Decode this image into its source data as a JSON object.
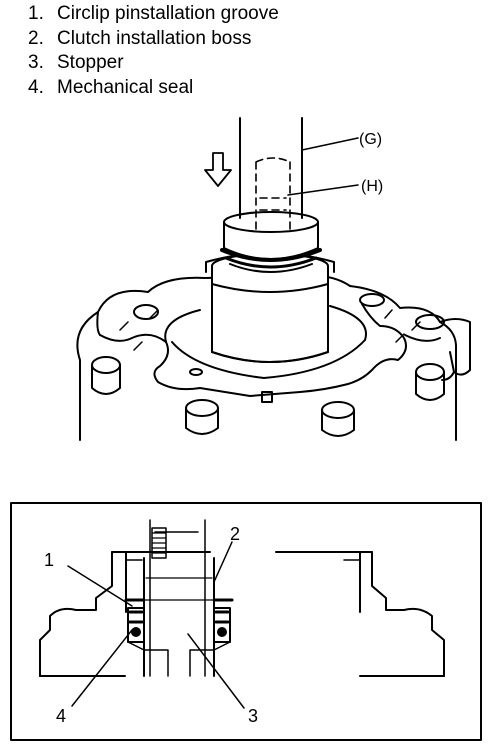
{
  "legend": [
    {
      "num": "1.",
      "text": "Circlip pinstallation groove"
    },
    {
      "num": "2.",
      "text": "Clutch installation boss"
    },
    {
      "num": "3.",
      "text": "Stopper"
    },
    {
      "num": "4.",
      "text": "Mechanical seal"
    }
  ],
  "upper_figure": {
    "labels": {
      "g": "(G)",
      "h": "(H)"
    },
    "arrow_direction": "down"
  },
  "detail_figure": {
    "callouts": {
      "c1": "1",
      "c2": "2",
      "c3": "3",
      "c4": "4"
    }
  }
}
